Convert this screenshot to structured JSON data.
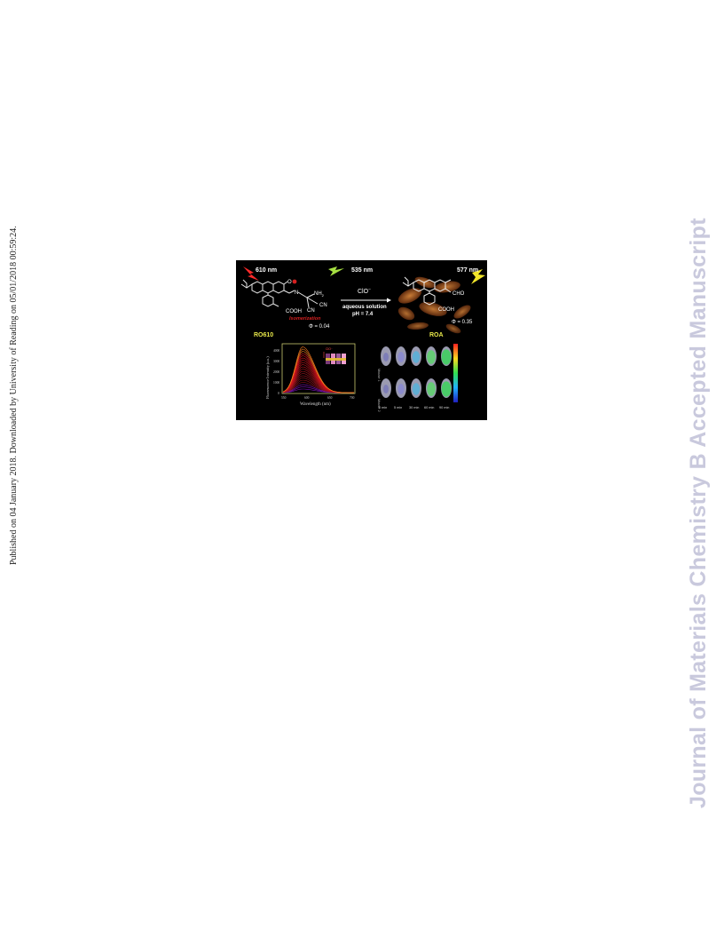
{
  "side_note": "Published on 04 January 2018. Downloaded by University of Reading on 05/01/2018 00:59:24.",
  "watermark": "Journal of Materials Chemistry B Accepted Manuscript",
  "graphical_abstract": {
    "wavelength_left": "610 nm",
    "wavelength_mid": "535 nm",
    "wavelength_right": "577 nm",
    "nh2": "NH",
    "nh2_sub": "2",
    "cn_top": "CN",
    "cn_bottom": "CN",
    "n_atom": "N",
    "o_left": "O",
    "cooh_left": "COOH",
    "cooh_right": "COOH",
    "cho": "CHO",
    "isomerization": "Isomerization",
    "phi_left": "Φ = 0.04",
    "phi_right": "Φ = 0.35",
    "reagent": "ClO",
    "reagent_charge": "−",
    "condition_1": "aqueous solution",
    "condition_2": "pH = 7.4",
    "label_left": "RO610",
    "label_right": "ROA",
    "spectrum": {
      "xlabel": "Wavelength (nm)",
      "ylabel": "Fluorescence Intensity (a.u.)",
      "xticks": [
        "550",
        "600",
        "650",
        "700"
      ],
      "yticks": [
        "4000",
        "3000",
        "2000",
        "1000",
        "0"
      ],
      "inset_label": "ClO⁻"
    },
    "mice": {
      "row_labels": [
        "Mouse 1",
        "Mouse 2"
      ],
      "time_labels": [
        "0 min",
        "5 min",
        "30 min",
        "60 min",
        "90 min"
      ]
    },
    "colors": {
      "background": "#000000",
      "yellow_label": "#e8e84a",
      "red_isomerization": "#d42020",
      "cell_orange": "#b8682a"
    }
  }
}
